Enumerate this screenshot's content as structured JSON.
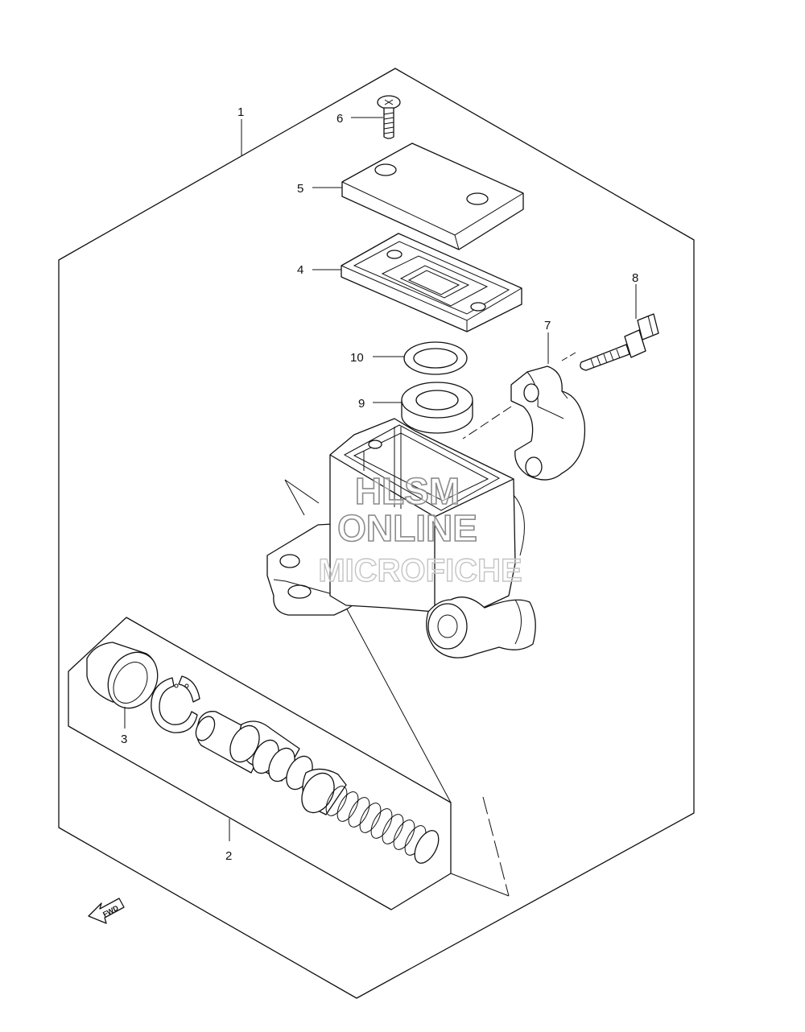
{
  "diagram": {
    "callouts": {
      "c1": "1",
      "c2": "2",
      "c3": "3",
      "c4": "4",
      "c5": "5",
      "c6": "6",
      "c7": "7",
      "c8": "8",
      "c9": "9",
      "c10": "10"
    },
    "watermark": {
      "line1": "HLSM",
      "line2": "ONLINE",
      "line3": "MICROFICHE"
    },
    "direction_marker": "FWD"
  }
}
